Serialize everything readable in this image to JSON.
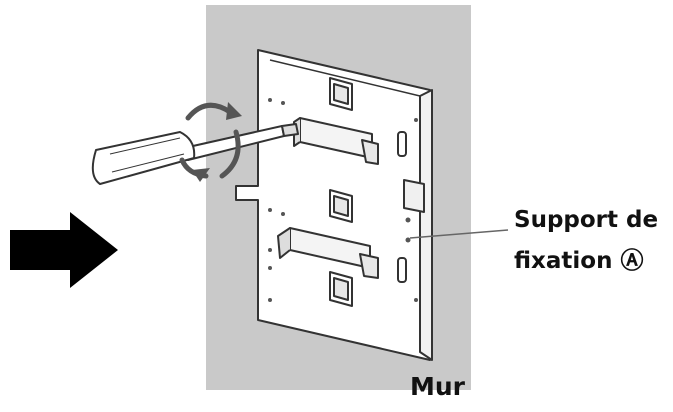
{
  "labels": {
    "bracket_line1": "Support de",
    "bracket_line2": "fixation Ⓐ",
    "wall": "Mur"
  },
  "colors": {
    "wall": "#c9c9c9",
    "line": "#333333",
    "arrow": "#000000",
    "leader": "#666666"
  },
  "icons": {
    "arrow": "right-arrow-icon",
    "screwdriver": "screwdriver-icon",
    "rotation": "rotation-arrow-icon"
  }
}
